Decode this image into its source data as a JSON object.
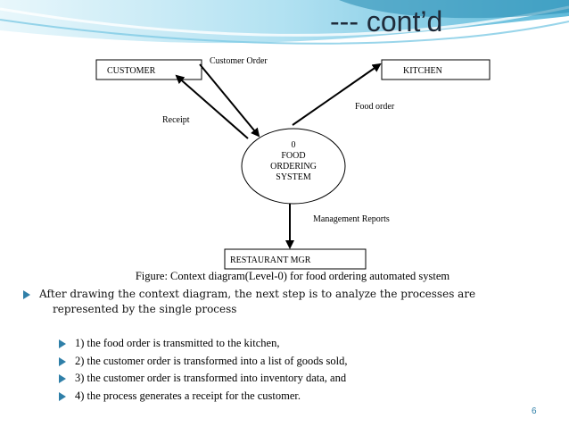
{
  "slide": {
    "title": "--- cont’d",
    "page_number": "6"
  },
  "diagram": {
    "entities": {
      "customer": "CUSTOMER",
      "kitchen": "KITCHEN",
      "manager": "RESTAURANT MGR"
    },
    "process": {
      "number": "0",
      "line1": "FOOD",
      "line2": "ORDERING",
      "line3": "SYSTEM"
    },
    "flows": {
      "customer_order": "Customer Order",
      "receipt": "Receipt",
      "food_order": "Food order",
      "management_reports": "Management Reports"
    },
    "caption": "Figure: Context diagram(Level-0) for food ordering automated system"
  },
  "content": {
    "main_bullet_line1": "After drawing the context diagram, the next step is to analyze the processes are",
    "main_bullet_line2": "represented by the single process",
    "items": [
      "1) the food order is transmitted to the kitchen,",
      "2) the customer order is transformed into a  list of goods sold,",
      "3) the customer order is transformed into inventory data, and",
      "4) the process generates a receipt for the customer."
    ]
  },
  "colors": {
    "accent": "#2f7fa8",
    "header_light": "#bfe6f3",
    "header_dark": "#2b8fb6"
  }
}
